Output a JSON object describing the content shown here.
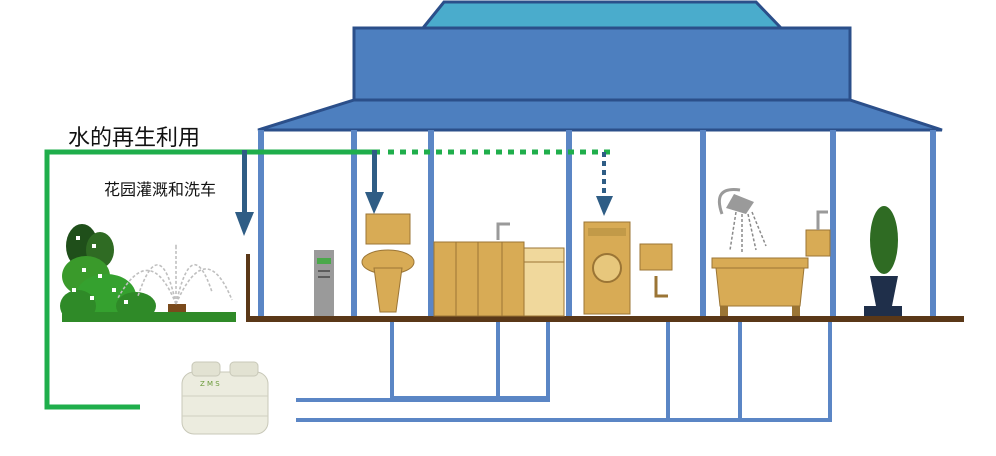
{
  "title": "水的再生利用",
  "subtitle": "花园灌溉和洗车",
  "tank_label": "Z M S",
  "colors": {
    "roof_top": "#4aaccc",
    "roof_main": "#4d7fbf",
    "roof_outline": "#2b4f8a",
    "pipe_blue": "#5b86c5",
    "pipe_green": "#1fae4b",
    "floor": "#5a3818",
    "fixture_tan": "#d8ab55",
    "fixture_dark": "#9b7535",
    "arrow": "#2f5d85"
  }
}
